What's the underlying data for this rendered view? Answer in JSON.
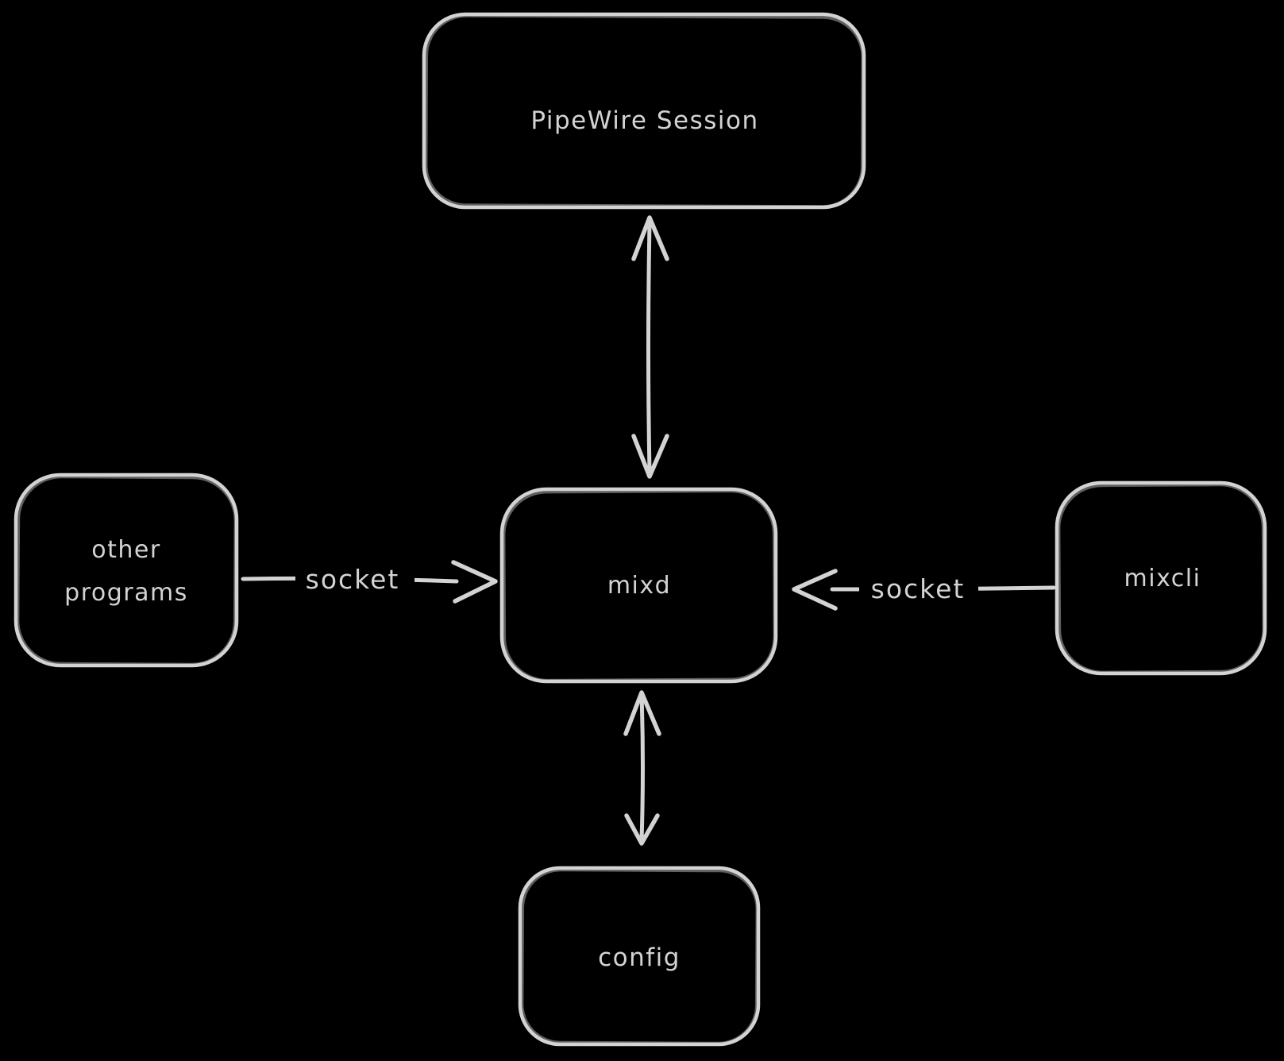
{
  "theme": {
    "background": "#000000",
    "stroke": "#d3d3d3",
    "text": "#d3d3d3"
  },
  "diagram": {
    "style": "hand-drawn",
    "nodes": {
      "pipewire_session": {
        "label": "PipeWire Session"
      },
      "other_programs": {
        "line1": "other",
        "line2": "programs"
      },
      "mixd": {
        "label": "mixd"
      },
      "mixcli": {
        "label": "mixcli"
      },
      "config": {
        "label": "config"
      }
    },
    "edges": [
      {
        "from": "pipewire_session",
        "to": "mixd",
        "direction": "bidirectional",
        "label": ""
      },
      {
        "from": "other_programs",
        "to": "mixd",
        "direction": "one-way",
        "label": "socket"
      },
      {
        "from": "mixcli",
        "to": "mixd",
        "direction": "one-way",
        "label": "socket"
      },
      {
        "from": "mixd",
        "to": "config",
        "direction": "bidirectional",
        "label": ""
      }
    ]
  }
}
